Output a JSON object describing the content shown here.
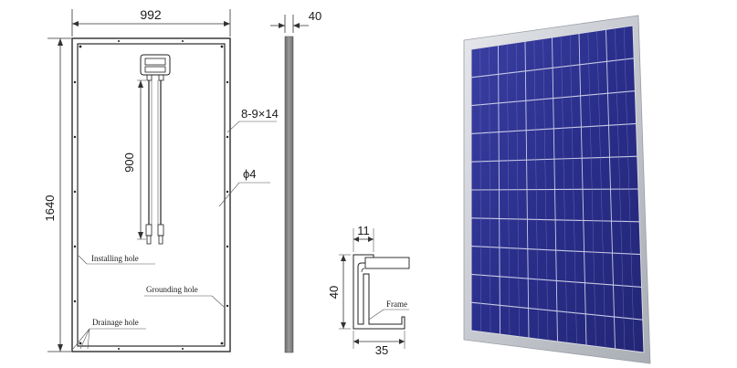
{
  "dimensions": {
    "width": "992",
    "height": "1640",
    "cable": "900",
    "thickness": "40",
    "slot": "8-9×14",
    "hole_dia": "ϕ4",
    "frame_top": "11",
    "frame_height": "40",
    "frame_width": "35"
  },
  "labels": {
    "installing_hole": "Installing hole",
    "grounding_hole": "Grounding hole",
    "drainage_hole": "Drainage hole",
    "frame": "Frame"
  },
  "colors": {
    "cell_blue": "#2b2f8c",
    "cell_blue_light": "#3b40a6",
    "frame_silver": "#c9ccd2",
    "side_profile_grey": "#7a7a7a"
  }
}
